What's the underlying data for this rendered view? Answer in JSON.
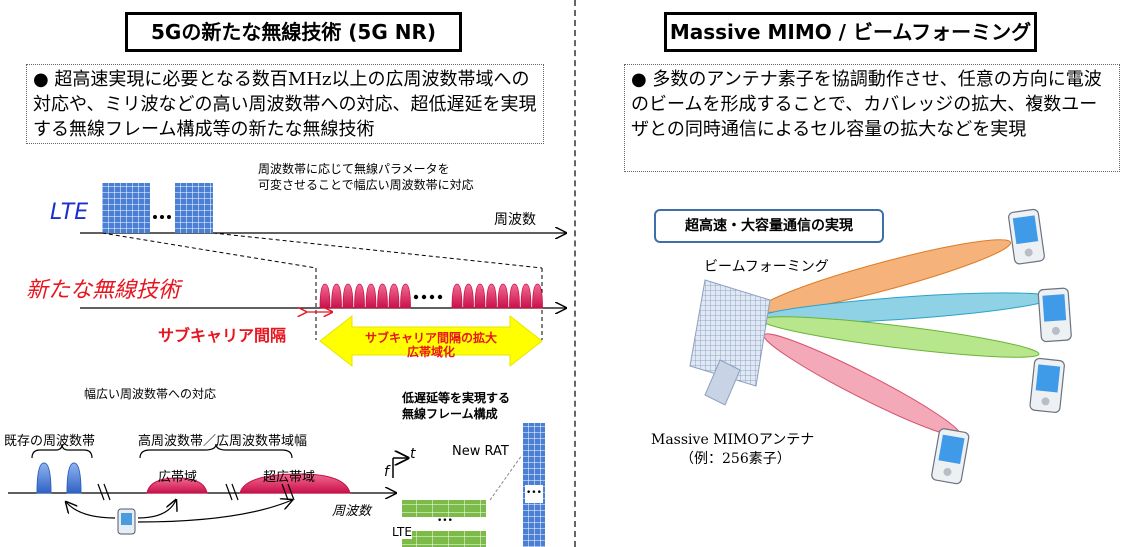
{
  "left": {
    "title": "5Gの新たな無線技術 (5G NR)",
    "description": "● 超高速実現に必要となる数百MHz以上の広周波数帯域への対応や、ミリ波などの高い周波数帯への対応、超低遅延を実現する無線フレーム構成等の新たな無線技術",
    "param_caption_line1": "周波数帯に応じて無線パラメータを",
    "param_caption_line2": "可変させることで幅広い周波数帯に対応",
    "lte_label": "LTE",
    "freq_label": "周波数",
    "new_tech_label": "新たな無線技術",
    "subcarrier_spacing": "サブキャリア間隔",
    "subcarrier_expand_line1": "サブキャリア間隔の拡大",
    "subcarrier_expand_line2": "広帯域化",
    "wide_band_title": "幅広い周波数帯への対応",
    "existing_band": "既存の周波数帯",
    "high_band": "高周波数帯／広周波数帯域幅",
    "wideband": "広帯域",
    "ultra_wideband": "超広帯域",
    "freq_axis_italic": "周波数",
    "low_latency_line1": "低遅延等を実現する",
    "low_latency_line2": "無線フレーム構成",
    "new_rat": "New RAT",
    "axis_t": "t",
    "axis_f": "f",
    "lte_small": "LTE",
    "dots": "•••"
  },
  "right": {
    "title": "Massive MIMO / ビームフォーミング",
    "description": "● 多数のアンテナ素子を協調動作させ、任意の方向に電波のビームを形成することで、カバレッジの拡大、複数ユーザとの同時通信によるセル容量の拡大などを実現",
    "badge": "超高速・大容量通信の実現",
    "beamforming": "ビームフォーミング",
    "antenna_line1": "Massive MIMOアンテナ",
    "antenna_line2": "（例：256素子）"
  },
  "colors": {
    "lte_blue": "#4a7fd4",
    "new_pink": "#e0245e",
    "red_text": "#e8141e",
    "highlight_yellow": "#ffff00",
    "badge_border": "#3f6fa8",
    "green_grid": "#7cbb48"
  }
}
